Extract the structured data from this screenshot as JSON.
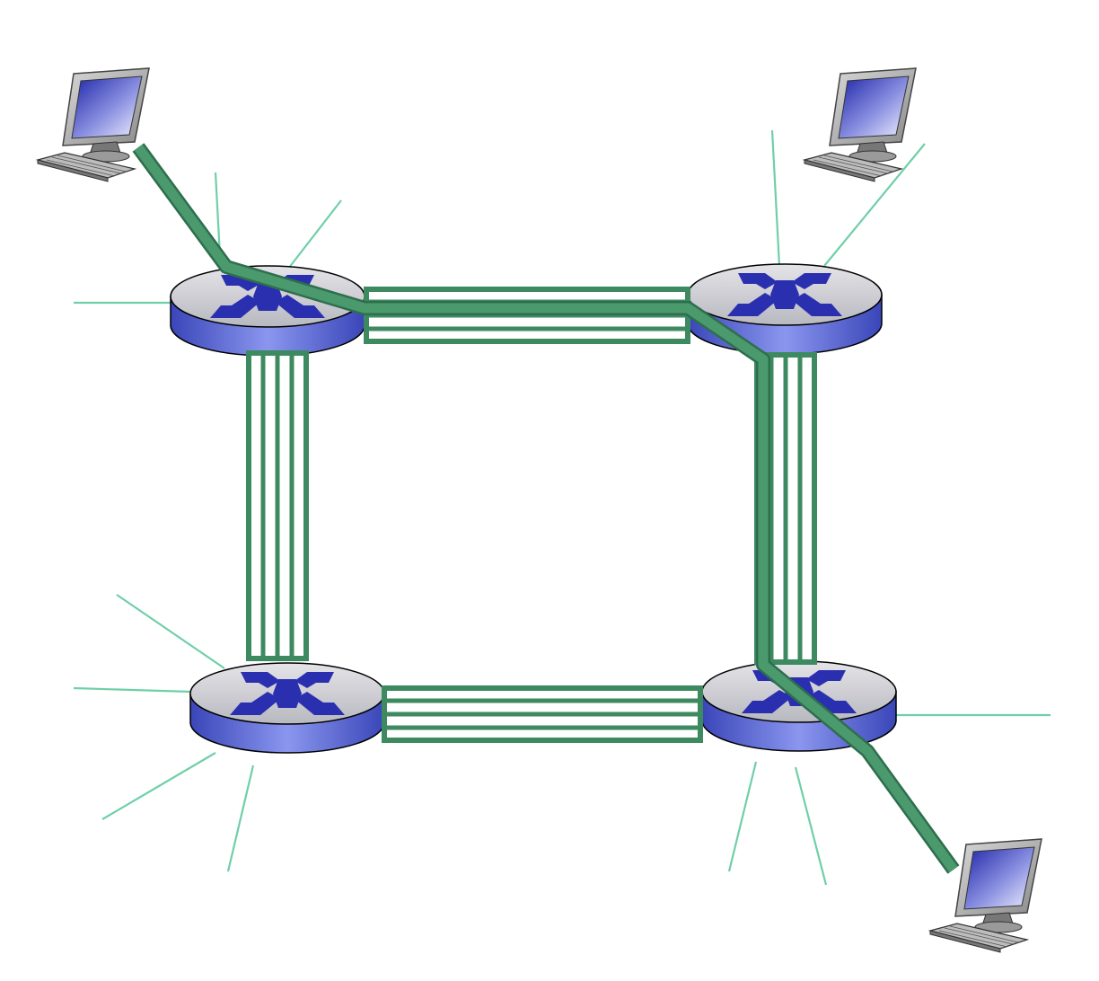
{
  "diagram": {
    "kind": "circuit-switched network",
    "routers": [
      {
        "id": "router-top-left",
        "icon": "router-icon"
      },
      {
        "id": "router-top-right",
        "icon": "router-icon"
      },
      {
        "id": "router-bottom-left",
        "icon": "router-icon"
      },
      {
        "id": "router-bottom-right",
        "icon": "router-icon"
      }
    ],
    "hosts": [
      {
        "id": "host-top-left",
        "icon": "desktop-computer-icon"
      },
      {
        "id": "host-top-right",
        "icon": "desktop-computer-icon"
      },
      {
        "id": "host-bottom-right",
        "icon": "desktop-computer-icon"
      }
    ],
    "trunks": [
      {
        "id": "trunk-top",
        "from": "router-top-left",
        "to": "router-top-right",
        "circuits": 4
      },
      {
        "id": "trunk-bottom",
        "from": "router-bottom-left",
        "to": "router-bottom-right",
        "circuits": 4
      },
      {
        "id": "trunk-left",
        "from": "router-top-left",
        "to": "router-bottom-left",
        "circuits": 4
      },
      {
        "id": "trunk-right",
        "from": "router-top-right",
        "to": "router-bottom-right",
        "circuits": 4
      }
    ],
    "highlighted_circuit": {
      "path": [
        "host-top-left",
        "router-top-left",
        "router-top-right",
        "router-bottom-right",
        "host-bottom-right"
      ]
    },
    "colors": {
      "circuit": "#4a9a6e",
      "circuit_dark": "#3e8a60",
      "access_link": "#6fcfa8",
      "router_top": "#cfcfd4",
      "router_side": "#5f6fd0",
      "router_x": "#2a2fb0",
      "monitor_screen": "#3a44c8"
    }
  }
}
